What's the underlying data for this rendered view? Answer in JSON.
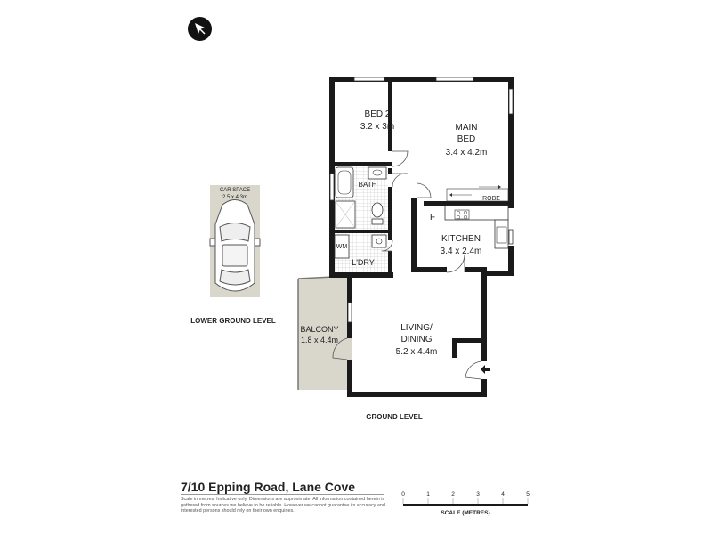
{
  "listing": {
    "address": "7/10 Epping Road, Lane Cove",
    "disclaimer": "Scale in metres. Indicative only. Dimensions are approximate. All information contained herein is gathered from sources we believe to be reliable. However we cannot guarantee its accuracy and interested persons should rely on their own enquiries."
  },
  "north_arrow": {
    "icon": "north-arrow-icon"
  },
  "levels": {
    "lower": "LOWER GROUND LEVEL",
    "ground": "GROUND LEVEL"
  },
  "car_space": {
    "name": "CAR SPACE",
    "size": "2.5 x 4.3m",
    "icon": "car-icon"
  },
  "rooms": {
    "bed2": {
      "name": "BED 2",
      "size": "3.2 x 3m"
    },
    "main_bed": {
      "name_line1": "MAIN",
      "name_line2": "BED",
      "size": "3.4 x 4.2m"
    },
    "bath": {
      "name": "BATH"
    },
    "robe": {
      "name": "ROBE"
    },
    "kitchen": {
      "name": "KITCHEN",
      "size": "3.4 x 2.4m",
      "fridge": "F"
    },
    "laundry": {
      "name": "L'DRY",
      "wm": "WM"
    },
    "living": {
      "name_line1": "LIVING/",
      "name_line2": "DINING",
      "size": "5.2 x 4.4m"
    },
    "balcony": {
      "name": "BALCONY",
      "size": "1.8 x 4.4m"
    }
  },
  "scale": {
    "title": "SCALE (METRES)",
    "ticks": [
      "0",
      "1",
      "2",
      "3",
      "4",
      "5"
    ]
  },
  "colors": {
    "wall": "#1a1a1a",
    "balcony_fill": "#d9d6cc",
    "car_fill": "#d9d6cc"
  }
}
